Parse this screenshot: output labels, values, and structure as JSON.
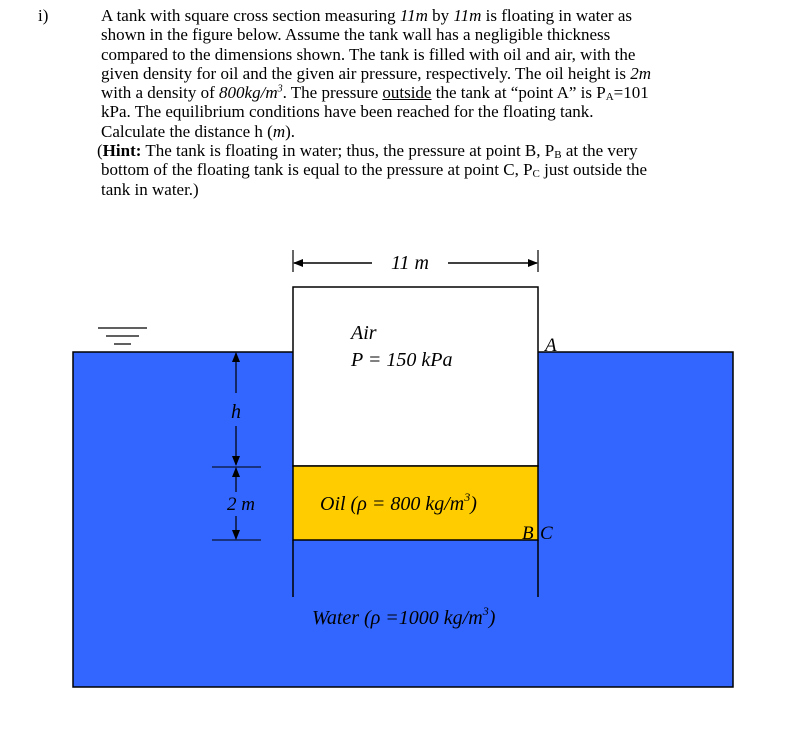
{
  "problem": {
    "number": "i)",
    "lines": {
      "l1_a": "A tank with square cross section measuring ",
      "l1_dim1": "11m",
      "l1_b": " by ",
      "l1_dim2": "11m",
      "l1_c": " is floating in water as",
      "l2": "shown in the figure below. Assume the tank wall has a negligible thickness",
      "l3": "compared to the dimensions shown. The tank is filled with oil and air, with the",
      "l4_a": "given density for oil and the given air pressure, respectively.  The oil height is ",
      "l4_h": "2m",
      "l5_a": "with a density of ",
      "l5_rho": "800kg/m",
      "l5_rho_exp": "3",
      "l5_b": ". The pressure ",
      "l5_outside": "outside",
      "l5_c": " the tank at “point A” is P",
      "l5_sub": "A",
      "l5_d": "=101",
      "l6": "kPa.  The equilibrium conditions have been reached for the floating tank.",
      "l7_a": "Calculate the distance h (",
      "l7_m": "m",
      "l7_b": ").",
      "hint_open": "(",
      "hint_label": "Hint:",
      "hint_1a": " The tank is floating in water; thus, the pressure at point B, P",
      "hint_1sub": "B",
      "hint_1b": " at the very",
      "hint_2a": "bottom of the floating tank is equal to the pressure at point C, P",
      "hint_2sub": "C",
      "hint_2b": " just outside the",
      "hint_3": "tank in water.)"
    }
  },
  "figure": {
    "width_label": "11 m",
    "air_label": "Air",
    "air_pressure": "P = 150 kPa",
    "point_a": "A",
    "point_b": "B",
    "point_c": "C",
    "h_label": "h",
    "oil_height_label": "2 m",
    "oil_label": "Oil (ρ = 800 kg/m",
    "oil_exp": "3",
    "oil_close": ")",
    "water_label": "Water (ρ =1000 kg/m",
    "water_exp": "3",
    "water_close": ")",
    "colors": {
      "water": "#3366FF",
      "oil": "#FFCC00",
      "air": "#FFFFFF",
      "outline": "#000000"
    }
  }
}
